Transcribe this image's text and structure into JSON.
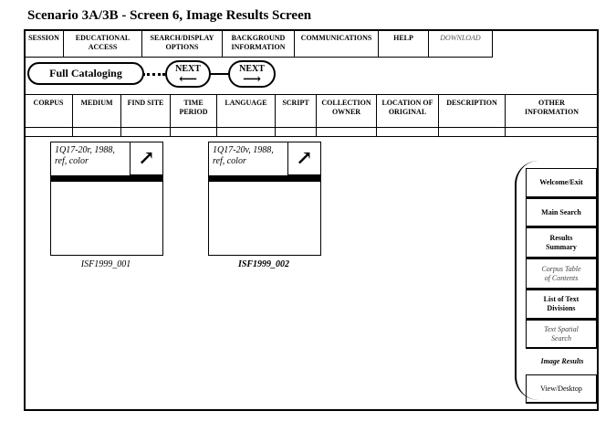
{
  "page": {
    "title": "Scenario 3A/3B - Screen 6, Image Results Screen"
  },
  "menu": [
    {
      "line1": "SESSION",
      "line2": ""
    },
    {
      "line1": "EDUCATIONAL",
      "line2": "ACCESS"
    },
    {
      "line1": "SEARCH/DISPLAY",
      "line2": "OPTIONS"
    },
    {
      "line1": "BACKGROUND",
      "line2": "INFORMATION"
    },
    {
      "line1": "COMMUNICATIONS",
      "line2": ""
    },
    {
      "line1": "HELP",
      "line2": ""
    },
    {
      "line1": "DOWNLOAD",
      "line2": ""
    }
  ],
  "nav": {
    "main_label": "Full Cataloging",
    "next1_label": "NEXT",
    "next1_arrow": "⟵",
    "next2_label": "NEXT",
    "next2_arrow": "⟶"
  },
  "columns": [
    {
      "line1": "CORPUS",
      "line2": ""
    },
    {
      "line1": "MEDIUM",
      "line2": ""
    },
    {
      "line1": "FIND SITE",
      "line2": ""
    },
    {
      "line1": "TIME",
      "line2": "PERIOD"
    },
    {
      "line1": "LANGUAGE",
      "line2": ""
    },
    {
      "line1": "SCRIPT",
      "line2": ""
    },
    {
      "line1": "COLLECTION",
      "line2": "OWNER"
    },
    {
      "line1": "LOCATION OF",
      "line2": "ORIGINAL"
    },
    {
      "line1": "DESCRIPTION",
      "line2": ""
    },
    {
      "line1": "OTHER",
      "line2": "INFORMATION"
    }
  ],
  "images": [
    {
      "caption": "1Q17-20r, 1988, ref, color",
      "button_glyph": "↗",
      "label": "ISF1999_001"
    },
    {
      "caption": "1Q17-20v, 1988, ref, color",
      "button_glyph": "↗",
      "label": "ISF1999_002"
    }
  ],
  "sidebar": [
    {
      "line1": "Welcome/Exit",
      "line2": ""
    },
    {
      "line1": "Main Search",
      "line2": ""
    },
    {
      "line1": "Results",
      "line2": "Summary"
    },
    {
      "line1": "Corpus Table",
      "line2": "of Contents"
    },
    {
      "line1": "List of Text",
      "line2": "Divisions"
    },
    {
      "line1": "Text Spatial",
      "line2": "Search"
    },
    {
      "line1": "Image Results",
      "line2": ""
    },
    {
      "line1": "View/Desktop",
      "line2": ""
    }
  ],
  "icons": {
    "expand": "diagonal-arrow-icon"
  }
}
